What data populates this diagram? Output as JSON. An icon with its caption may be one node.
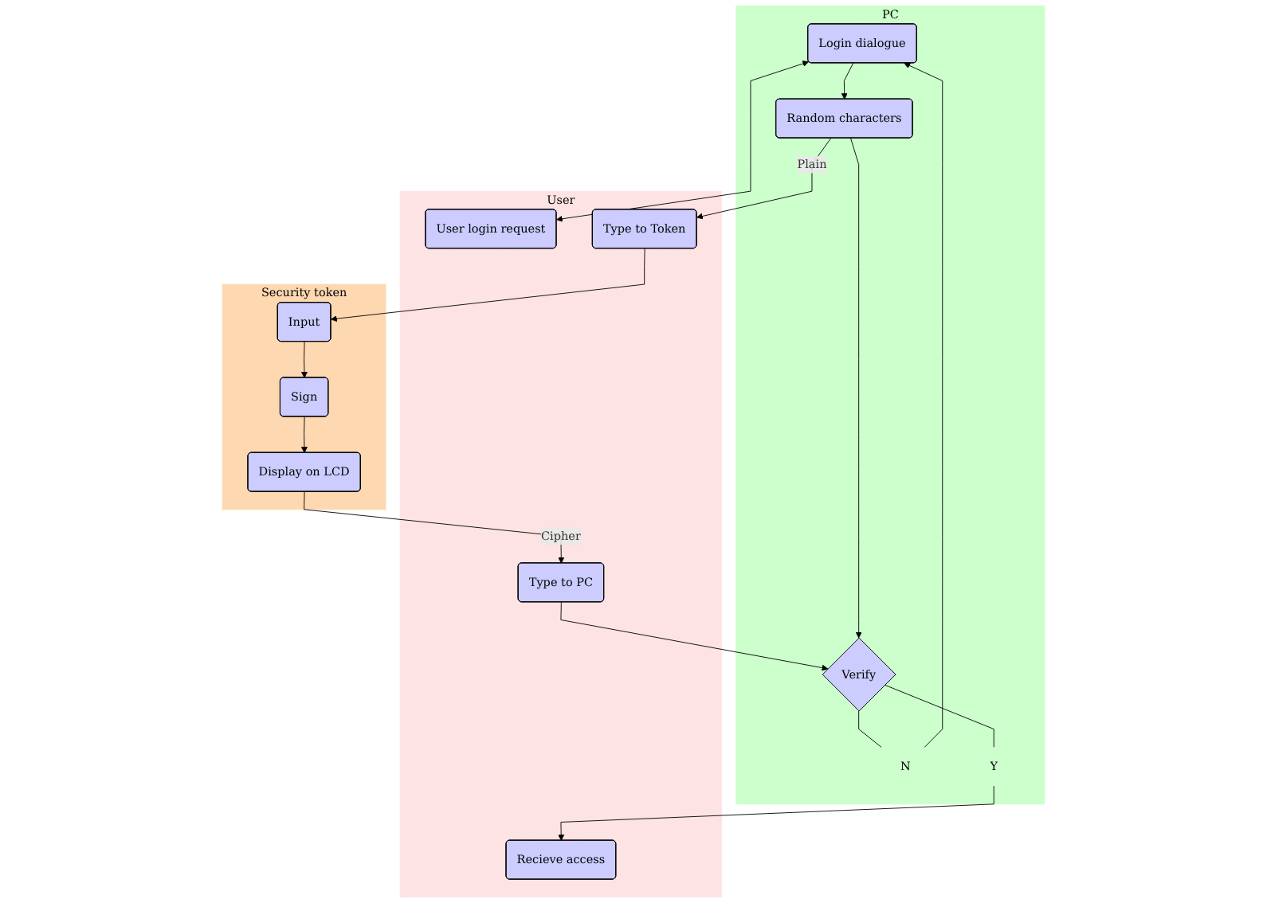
{
  "diagram": {
    "nodes": [
      {
        "text": [
          "PC"
        ]
      },
      {
        "text": [
          "Login dialogue"
        ],
        "in": 0
      },
      {
        "text": [
          "Random characters"
        ],
        "in": 0
      },
      {
        "text": [
          "Verify"
        ],
        "in": 0
      },
      {
        "text": [
          "N"
        ],
        "in": 0
      },
      {
        "text": [
          "Y"
        ],
        "in": 0
      },
      {
        "text": [
          "User"
        ]
      },
      {
        "text": [
          "User login request"
        ],
        "in": 6
      },
      {
        "text": [
          "Type to Token"
        ],
        "in": 6
      },
      {
        "text": [
          "Type to PC"
        ],
        "in": 6
      },
      {
        "text": [
          "Recieve access"
        ],
        "in": 6
      },
      {
        "text": [
          "Security token"
        ]
      },
      {
        "text": [
          "Input"
        ],
        "in": 11
      },
      {
        "text": [
          "Sign"
        ],
        "in": 11
      },
      {
        "text": [
          "Display on LCD"
        ],
        "in": 11
      }
    ],
    "edges": [
      {
        "from": 1,
        "to": 7,
        "arrow": "both"
      },
      {
        "from": 1,
        "to": 2,
        "arrow": "to"
      },
      {
        "from": 2,
        "to": 8,
        "label": "Plain",
        "arrow": "to"
      },
      {
        "from": 2,
        "to": 3,
        "arrow": "to"
      },
      {
        "from": 8,
        "to": 12,
        "arrow": "to"
      },
      {
        "from": 12,
        "to": 13,
        "arrow": "to"
      },
      {
        "from": 13,
        "to": 14,
        "arrow": "to"
      },
      {
        "from": 14,
        "to": 9,
        "label": "Cipher",
        "arrow": "to"
      },
      {
        "from": 9,
        "to": 3,
        "arrow": "to"
      },
      {
        "from": 3,
        "to": 4,
        "arrow": "none"
      },
      {
        "from": 4,
        "to": 1,
        "arrow": "to"
      },
      {
        "from": 3,
        "to": 5,
        "arrow": "none"
      },
      {
        "from": 5,
        "to": 10,
        "arrow": "to"
      }
    ]
  }
}
